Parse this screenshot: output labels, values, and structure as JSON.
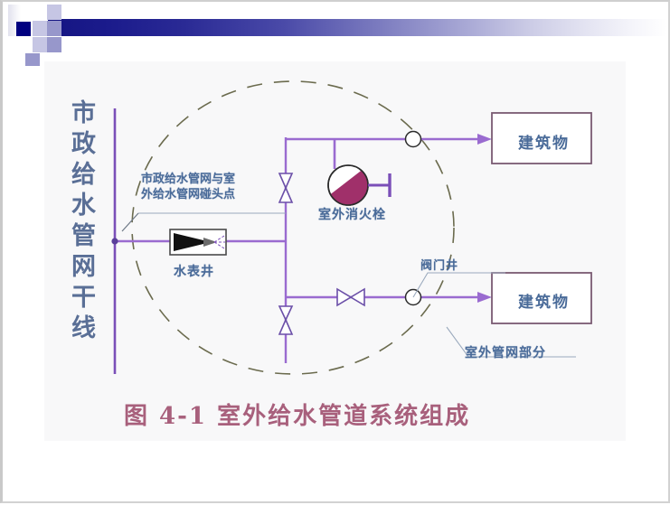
{
  "slide": {
    "background_color": "#ffffff",
    "panel_color": "#f8f8f9",
    "header": {
      "name": "decorative-header-band",
      "gradient_from": "#151582",
      "gradient_to": "#ffffff",
      "accent_square_color": "#000080",
      "checker_light": "#c6c6e4",
      "checker_mid": "#9797cb"
    }
  },
  "diagram": {
    "title_vertical": "市政给水管网干线",
    "caption": "图 4-1 室外给水管道系统组成",
    "caption_color": "#a8607c",
    "pipe_color": "#8b5fc4",
    "label_color": "#4a6b99",
    "hydrant_fill": "#a0306a",
    "boundary": {
      "name": "outdoor-network-boundary",
      "style": "dashed-circle",
      "color": "#6b6b4e"
    },
    "labels": {
      "junction_line1": "市政给水管网与室",
      "junction_line2": "外给水管网碰头点",
      "water_meter_well": "水表井",
      "outdoor_hydrant": "室外消火栓",
      "valve_well": "阀门井",
      "outdoor_network_part": "室外管网部分"
    },
    "buildings": [
      {
        "name": "building-upper",
        "label": "建筑物"
      },
      {
        "name": "building-lower",
        "label": "建筑物"
      }
    ],
    "components": [
      {
        "type": "valve",
        "orientation": "vertical",
        "name": "valve-upper-branch"
      },
      {
        "type": "valve",
        "orientation": "vertical",
        "name": "valve-lower-branch"
      },
      {
        "type": "valve",
        "orientation": "horizontal",
        "name": "valve-lower-line"
      },
      {
        "type": "water-meter",
        "name": "water-meter-symbol"
      },
      {
        "type": "well-node",
        "name": "well-node-upper"
      },
      {
        "type": "well-node",
        "name": "well-node-lower"
      },
      {
        "type": "hydrant",
        "name": "fire-hydrant-symbol"
      }
    ]
  }
}
